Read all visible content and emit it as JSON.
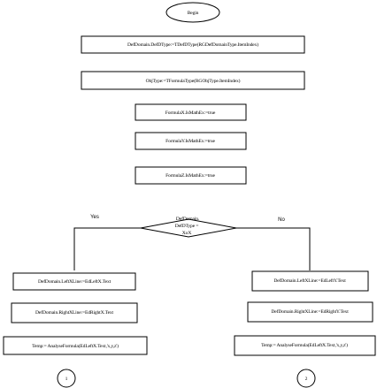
{
  "nodes": {
    "begin": "Begin",
    "def_type_assign": "DefDomain.DefDType:=TDefDType(RGDefDomainType.ItemIndex)",
    "obj_type_assign": "ObjType:=TFormulaType(RGObjType.ItemIndex)",
    "formula_x_mathex": "FormulaX.IsMathEx:=true",
    "formula_y_mathex": "FormulaY.IsMathEx:=true",
    "formula_z_mathex": "FormulaZ.IsMathEx:=true",
    "decision": [
      "DefDomain.",
      "DefDType =",
      "XoX"
    ],
    "yes_left_x_line": "DefDomain.LeftXLine:=EdLeftX.Text",
    "yes_right_x_line": "DefDomain.RightXLine:=EdRightX.Text",
    "yes_analyse": "Temp:= AnalyseFormula(EdLeftX.Text,'x,y,z')",
    "no_left_x_line": "DefDomain.LeftXLine:=EdLeftY.Text",
    "no_right_x_line": "DefDomain.RightXLine:=EdRightY.Text",
    "no_analyse": "Temp:= AnalyseFormula(EdLeftX.Text,'x,y,z')",
    "connector_1": "1",
    "connector_2": "2"
  },
  "branches": {
    "yes": "Yes",
    "no": "No"
  }
}
